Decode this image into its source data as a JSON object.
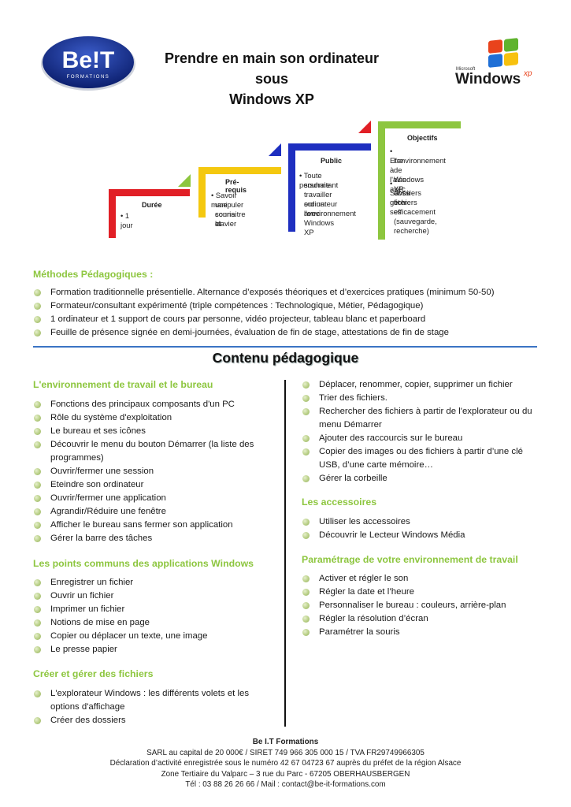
{
  "header": {
    "logo_left_text": "Be!T",
    "logo_left_sub": "FORMATIONS",
    "title_line1": "Prendre en main son ordinateur sous",
    "title_line2": "Windows XP",
    "logo_right_small": "Microsoft",
    "logo_right_main": "Windows",
    "logo_right_xp": "xp"
  },
  "stairs": [
    {
      "title": "Durée",
      "items": [
        "• 1 jour"
      ],
      "color": "#e11f26"
    },
    {
      "title": "Pré-requis",
      "items": [
        "• Savoir manipuler",
        "une souris et",
        "connaitre le",
        "clavier"
      ],
      "color": "#f4c80f"
    },
    {
      "title": "Public",
      "items": [
        "• Toute personne",
        "souhaitant",
        "travailler sur un",
        "ordinateur avec",
        "l'environnement",
        "Windows XP"
      ],
      "color": "#1e2fc0"
    },
    {
      "title": "Objectifs",
      "items": [
        "• Etre à l'aise avec",
        "l'environnement",
        "de Windows XP",
        "• Savoir gérer ses",
        "dossiers et",
        "fichiers",
        "efficacement",
        "(sauvegarde,",
        "recherche)"
      ],
      "color": "#8dc63f"
    }
  ],
  "methodes": {
    "heading": "Méthodes Pédagogiques :",
    "items": [
      "Formation traditionnelle présentielle. Alternance d’exposés théoriques et d’exercices pratiques (minimum 50-50)",
      "Formateur/consultant expérimenté (triple compétences : Technologique, Métier, Pédagogique)",
      "1 ordinateur et 1 support de cours par personne, vidéo projecteur, tableau blanc et paperboard",
      "Feuille de présence signée en demi-journées, évaluation de fin de stage, attestations de fin de stage"
    ]
  },
  "contenu_title": "Contenu pédagogique",
  "left_col": {
    "s1_heading": "L'environnement de travail et le bureau",
    "s1_items": [
      "Fonctions des principaux composants d'un PC",
      "Rôle du système d'exploitation",
      "Le bureau et ses icônes",
      "Découvrir le menu du bouton Démarrer (la liste des",
      "programmes)",
      "Ouvrir/fermer une session",
      "Eteindre son ordinateur",
      "Ouvrir/fermer une application",
      "Agrandir/Réduire une fenêtre",
      "Afficher le bureau sans fermer son application",
      "Gérer la barre des tâches"
    ],
    "s2_heading": "Les points communs des applications Windows",
    "s2_items": [
      "Enregistrer un fichier",
      "Ouvrir un fichier",
      "Imprimer un fichier",
      "Notions de mise en page",
      "Copier ou déplacer un texte, une image",
      "Le presse papier"
    ],
    "s3_heading": "Créer et gérer des fichiers",
    "s3_items": [
      "L'explorateur Windows : les différents volets et les",
      "options d'affichage",
      "Créer des dossiers"
    ]
  },
  "right_col": {
    "s0_items": [
      "Déplacer, renommer, copier, supprimer un fichier",
      "Trier des fichiers.",
      "Rechercher des fichiers à partir de l'explorateur ou du",
      "menu Démarrer",
      "Ajouter des raccourcis sur le bureau",
      "Copier des images ou des fichiers à partir d’une clé",
      "USB, d’une carte mémoire…",
      "Gérer la corbeille"
    ],
    "s1_heading": "Les accessoires",
    "s1_items": [
      "Utiliser les accessoires",
      "Découvrir le Lecteur Windows Média"
    ],
    "s2_heading": "Paramétrage de votre environnement de travail",
    "s2_items": [
      "Activer et régler le son",
      "Régler la date et l’heure",
      "Personnaliser le bureau : couleurs, arrière-plan",
      "Régler la résolution d’écran",
      "Paramétrer la souris"
    ]
  },
  "footer": {
    "line1": "Be I.T Formations",
    "line2": "SARL au capital de 20 000€ / SIRET 749 966 305 000 15 / TVA FR29749966305",
    "line3": "Déclaration d’activité enregistrée sous le numéro 42 67 04723 67 auprès du préfet de la région Alsace",
    "line4": "Zone Tertiaire du Valparc – 3 rue du Parc - 67205 OBERHAUSBERGEN",
    "line5": "Tél : 03 88 26 26 66 / Mail : contact@be-it-formations.com"
  }
}
